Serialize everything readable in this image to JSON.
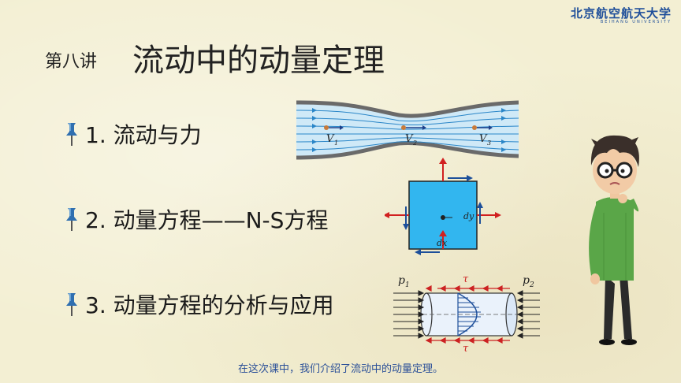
{
  "logo": {
    "cn": "北京航空航天大学",
    "en": "BEIHANG UNIVERSITY"
  },
  "header": {
    "prefix": "第八讲",
    "title": "流动中的动量定理"
  },
  "items": [
    {
      "label": "1. 流动与力"
    },
    {
      "label": "2. 动量方程——N-S方程"
    },
    {
      "label": "3. 动量方程的分析与应用"
    }
  ],
  "diagram1": {
    "v1": "V",
    "s1": "1",
    "v2": "V",
    "s2": "2",
    "v3": "V",
    "s3": "3"
  },
  "diagram2": {
    "dx": "dx",
    "dy": "dy"
  },
  "diagram3": {
    "p1": "p",
    "p1s": "1",
    "p2": "p",
    "p2s": "2",
    "tau": "τ"
  },
  "subtitle": "在这次课中，我们介绍了流动中的动量定理。",
  "colors": {
    "title_text": "#222222",
    "subtitle": "#2a4f98",
    "pin": "#2f6fb0",
    "flow": "#bfe3f5",
    "element": "#32b6ef"
  }
}
